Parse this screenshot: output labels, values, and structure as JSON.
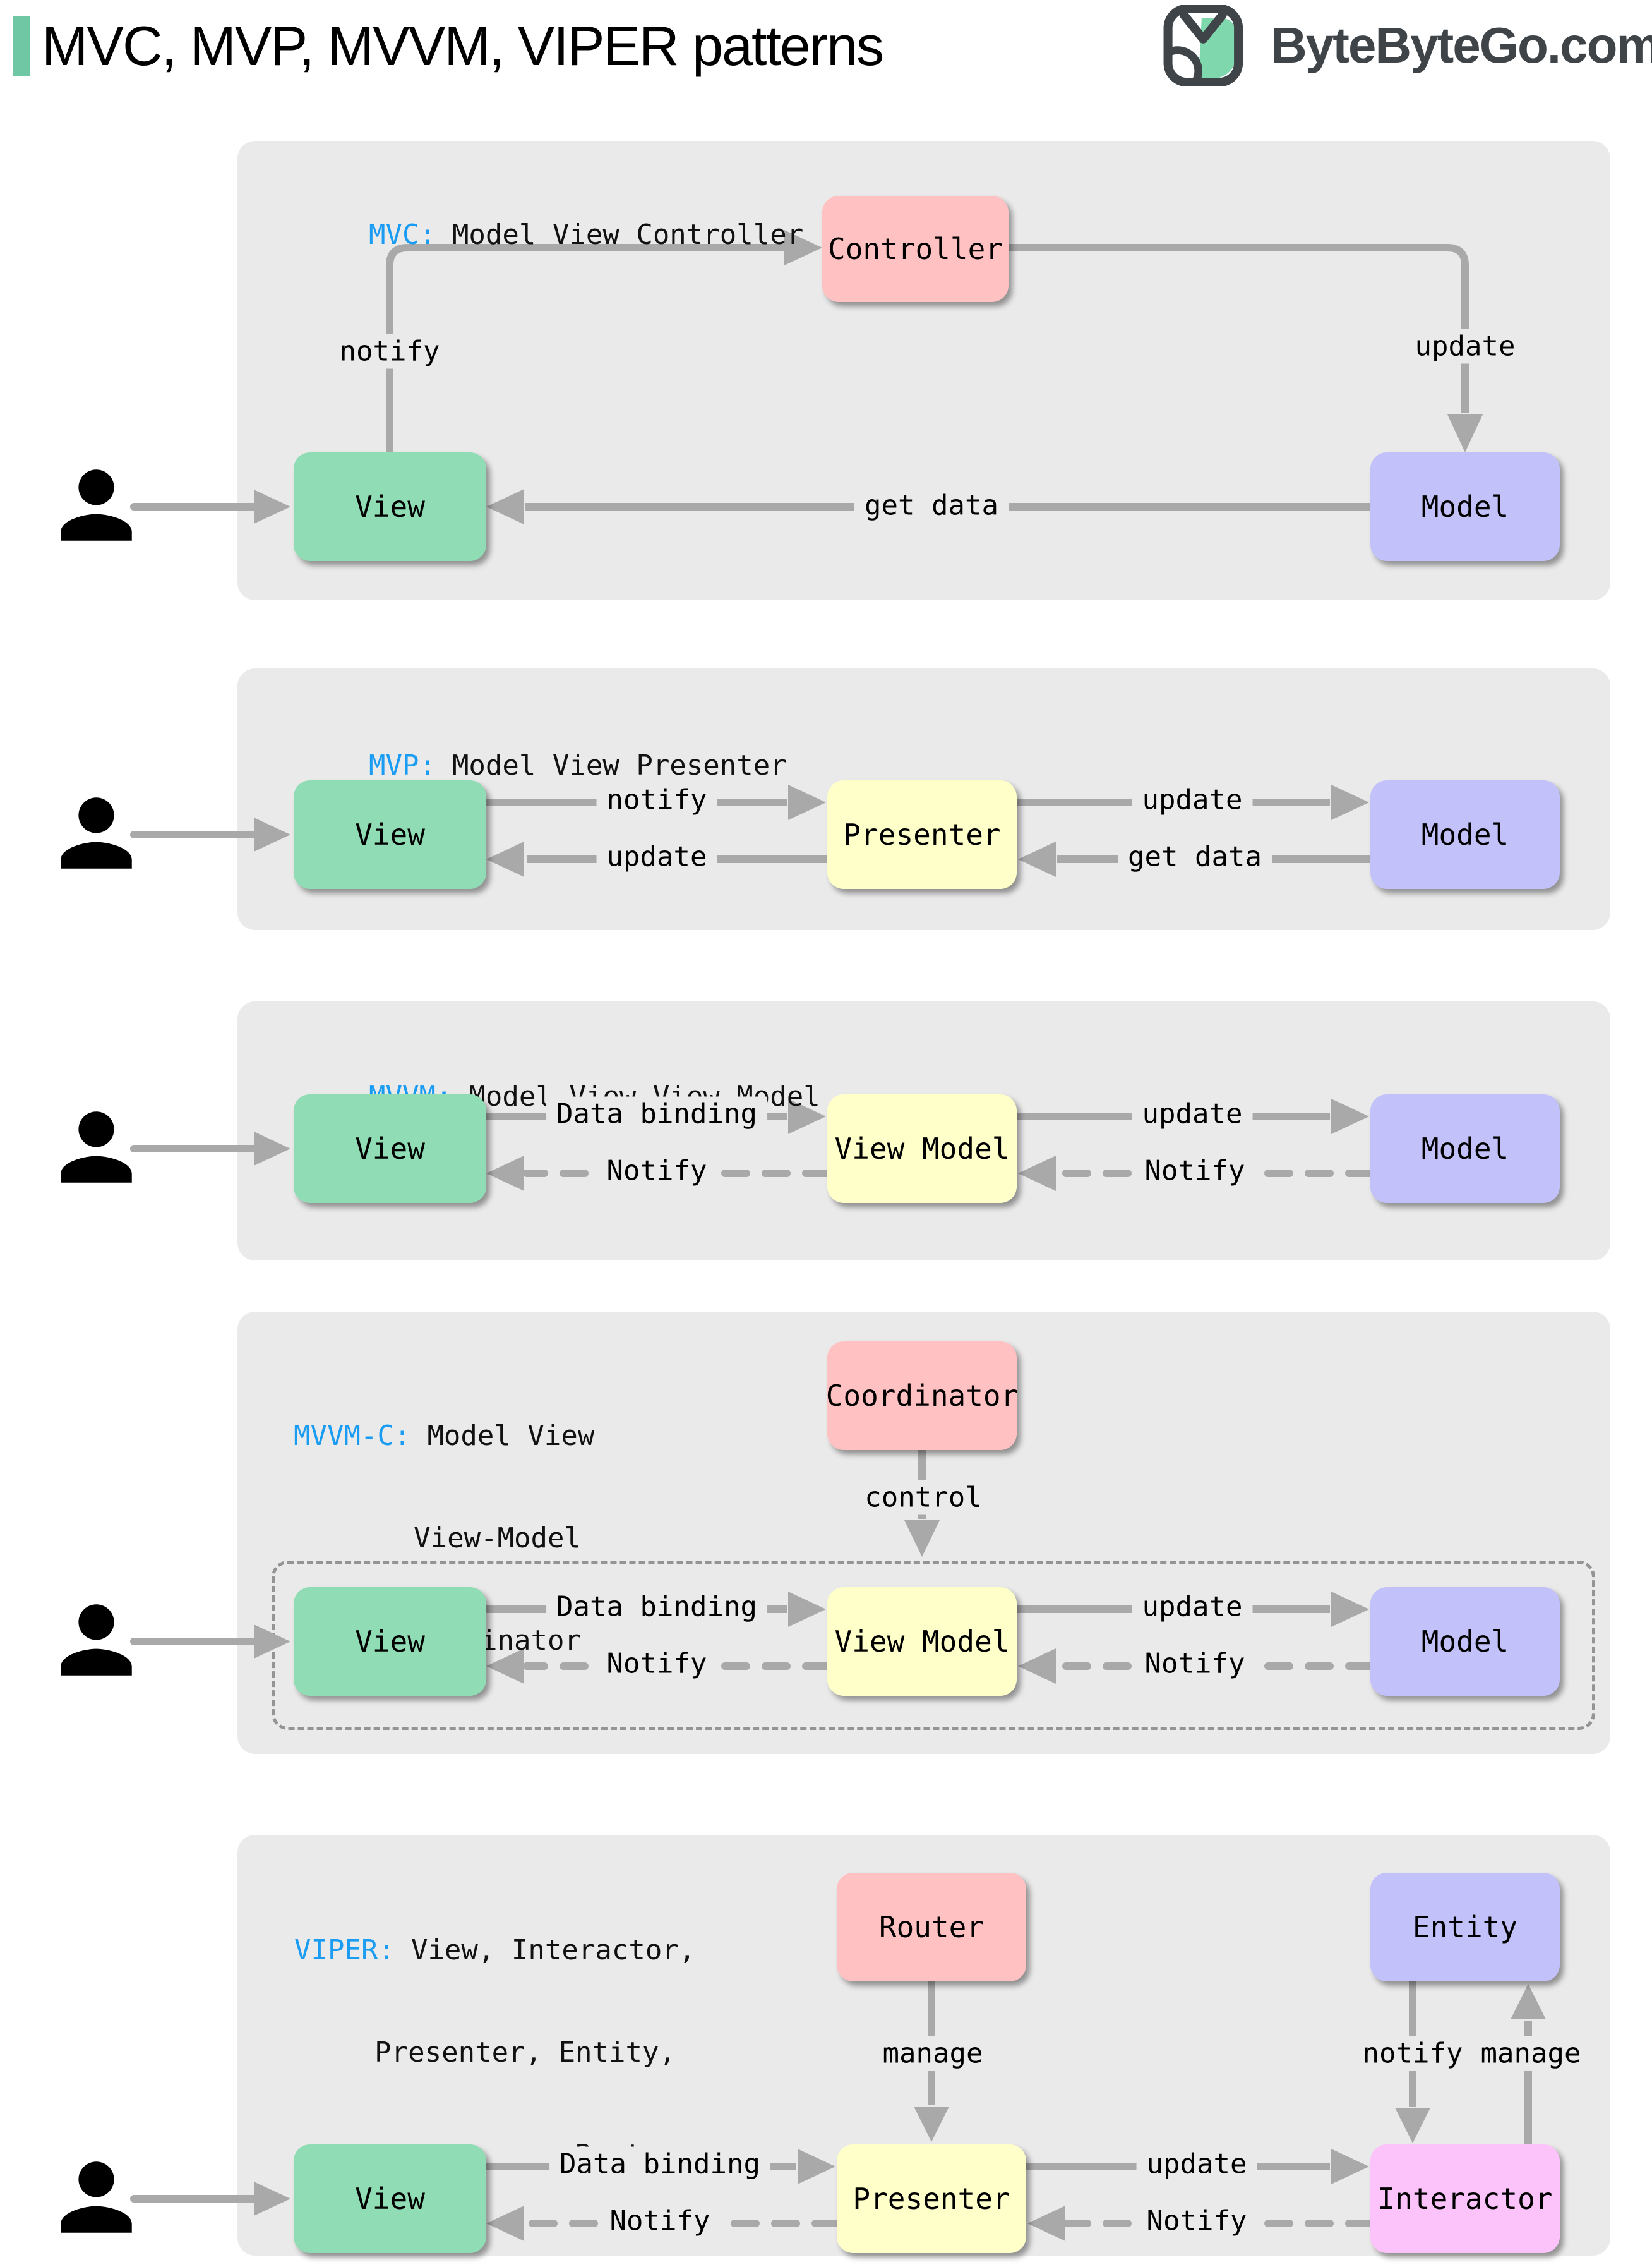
{
  "header": {
    "title": "MVC, MVP, MVVM, VIPER patterns",
    "logo_text": "ByteByteGo.com"
  },
  "colors": {
    "accent_green": "#6fc7a3",
    "label_blue": "#1b9cf3",
    "box_green": "#8fdcb5",
    "box_pink": "#ffc1c1",
    "box_purple": "#c2c1f9",
    "box_yellow": "#feffc9",
    "box_magenta": "#fcc3fa",
    "panel_gray": "#eaeaea",
    "arrow_gray": "#a9a9a9",
    "logo_gray": "#3f4449"
  },
  "panels": [
    {
      "heading": {
        "prefix": "MVC:",
        "line1": "Model View Controller"
      },
      "boxes": {
        "left": "View",
        "mid": "Controller",
        "right": "Model"
      },
      "labels": {
        "notify": "notify",
        "update": "update",
        "get_data": "get data"
      }
    },
    {
      "heading": {
        "prefix": "MVP:",
        "line1": "Model View Presenter"
      },
      "boxes": {
        "left": "View",
        "mid": "Presenter",
        "right": "Model"
      },
      "labels": {
        "top_left": "notify",
        "bottom_left": "update",
        "top_right": "update",
        "bottom_right": "get data"
      }
    },
    {
      "heading": {
        "prefix": "MVVM:",
        "line1": "Model View View-Model"
      },
      "boxes": {
        "left": "View",
        "mid": "View Model",
        "right": "Model"
      },
      "labels": {
        "top_left": "Data binding",
        "bottom_left": "Notify",
        "top_right": "update",
        "bottom_right": "Notify"
      }
    },
    {
      "heading": {
        "prefix": "MVVM-C:",
        "line1": "Model View",
        "line2": "View-Model",
        "line3": "Coordinator"
      },
      "boxes": {
        "top": "Coordinator",
        "left": "View",
        "mid": "View Model",
        "right": "Model"
      },
      "labels": {
        "control": "control",
        "top_left": "Data binding",
        "bottom_left": "Notify",
        "top_right": "update",
        "bottom_right": "Notify"
      }
    },
    {
      "heading": {
        "prefix": "VIPER:",
        "line1": "View, Interactor,",
        "line2": "Presenter, Entity,",
        "line3": "Router"
      },
      "boxes": {
        "top_mid": "Router",
        "top_right": "Entity",
        "left": "View",
        "mid": "Presenter",
        "right": "Interactor"
      },
      "labels": {
        "manage_router": "manage",
        "notify_entity": "notify",
        "manage_entity": "manage",
        "top_left": "Data binding",
        "bottom_left": "Notify",
        "top_right": "update",
        "bottom_right": "Notify"
      }
    }
  ]
}
